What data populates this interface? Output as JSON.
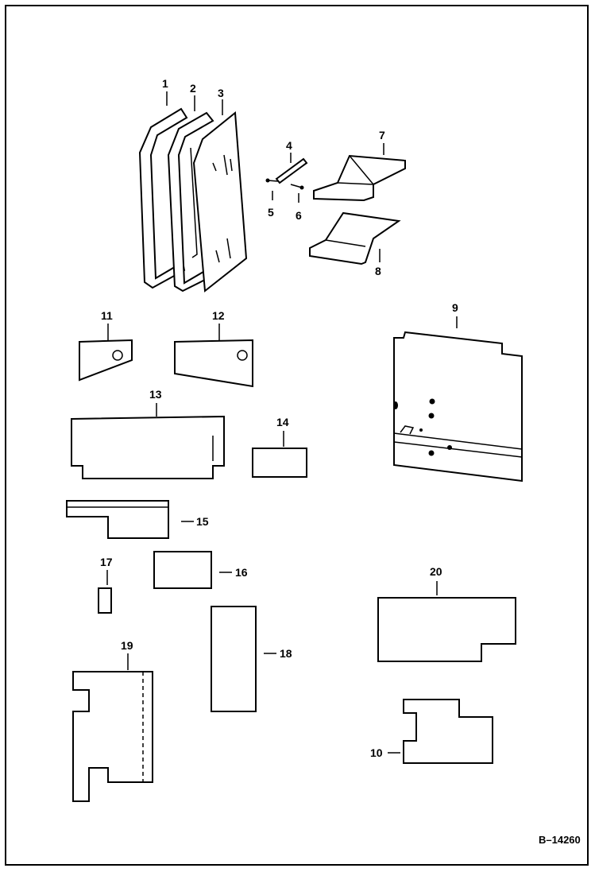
{
  "labels": {
    "p1": "1",
    "p2": "2",
    "p3": "3",
    "p4": "4",
    "p5": "5",
    "p6": "6",
    "p7": "7",
    "p8": "8",
    "p9": "9",
    "p10": "10",
    "p11": "11",
    "p12": "12",
    "p13": "13",
    "p14": "14",
    "p15": "15",
    "p16": "16",
    "p17": "17",
    "p18": "18",
    "p19": "19",
    "p20": "20"
  },
  "reference": "B–14260"
}
